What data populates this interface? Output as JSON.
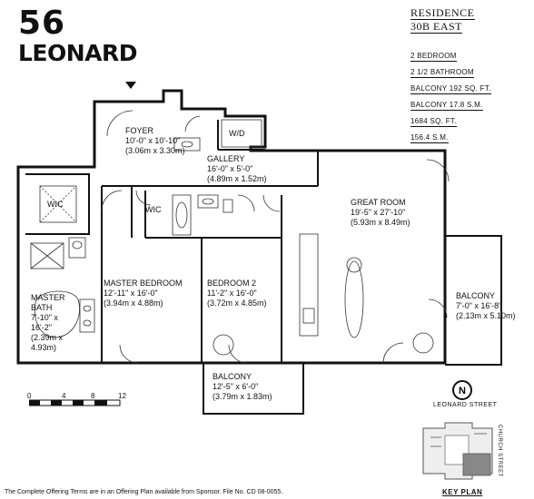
{
  "brand": {
    "number": "56",
    "word": "LEONARD"
  },
  "residence": {
    "line1": "RESIDENCE",
    "line2": "30B  EAST"
  },
  "specs": [
    "2  BEDROOM",
    "2  1/2  BATHROOM",
    "BALCONY  192  SQ.  FT.",
    "BALCONY  17.8  S.M.",
    "1684  SQ.  FT.",
    "156.4  S.M."
  ],
  "rooms": {
    "foyer": {
      "name": "FOYER",
      "dims": "10'-0\" x 10'-10\"",
      "metric": "(3.06m x 3.30m)"
    },
    "gallery": {
      "name": "GALLERY",
      "dims": "16'-0\" x 5'-0\"",
      "metric": "(4.89m x 1.52m)"
    },
    "great_room": {
      "name": "GREAT ROOM",
      "dims": "19'-5\" x 27'-10\"",
      "metric": "(5.93m x 8.49m)"
    },
    "master_bedroom": {
      "name": "MASTER BEDROOM",
      "dims": "12'-11\" x 16'-0\"",
      "metric": "(3.94m x 4.88m)"
    },
    "bedroom2": {
      "name": "BEDROOM 2",
      "dims": "11'-2\" x 16'-0\"",
      "metric": "(3.72m x 4.85m)"
    },
    "master_bath": {
      "line1": "MASTER",
      "line2": "BATH",
      "line3": "7'-10\" x",
      "line4": "16'-2\"",
      "line5": "(2.39m x",
      "line6": "4.93m)"
    },
    "balcony_east": {
      "name": "BALCONY",
      "dims": "7'-0\" x 16'-8\"",
      "metric": "(2.13m x 5.10m)"
    },
    "balcony_south": {
      "name": "BALCONY",
      "dims": "12'-5\" x 6'-0\"",
      "metric": "(3.79m x 1.83m)"
    },
    "wic1": "WIC",
    "wic2": "WIC",
    "wd": "W/D"
  },
  "scale": {
    "labels": [
      "0",
      "4",
      "8",
      "12"
    ]
  },
  "north": "N",
  "street": "LEONARD STREET",
  "church": "CHURCH STREET",
  "keyplan_title": "KEY PLAN",
  "footer": "The Complete Offering Terms are in an Offering Plan available from Sponsor. File No. CD 08-0055."
}
